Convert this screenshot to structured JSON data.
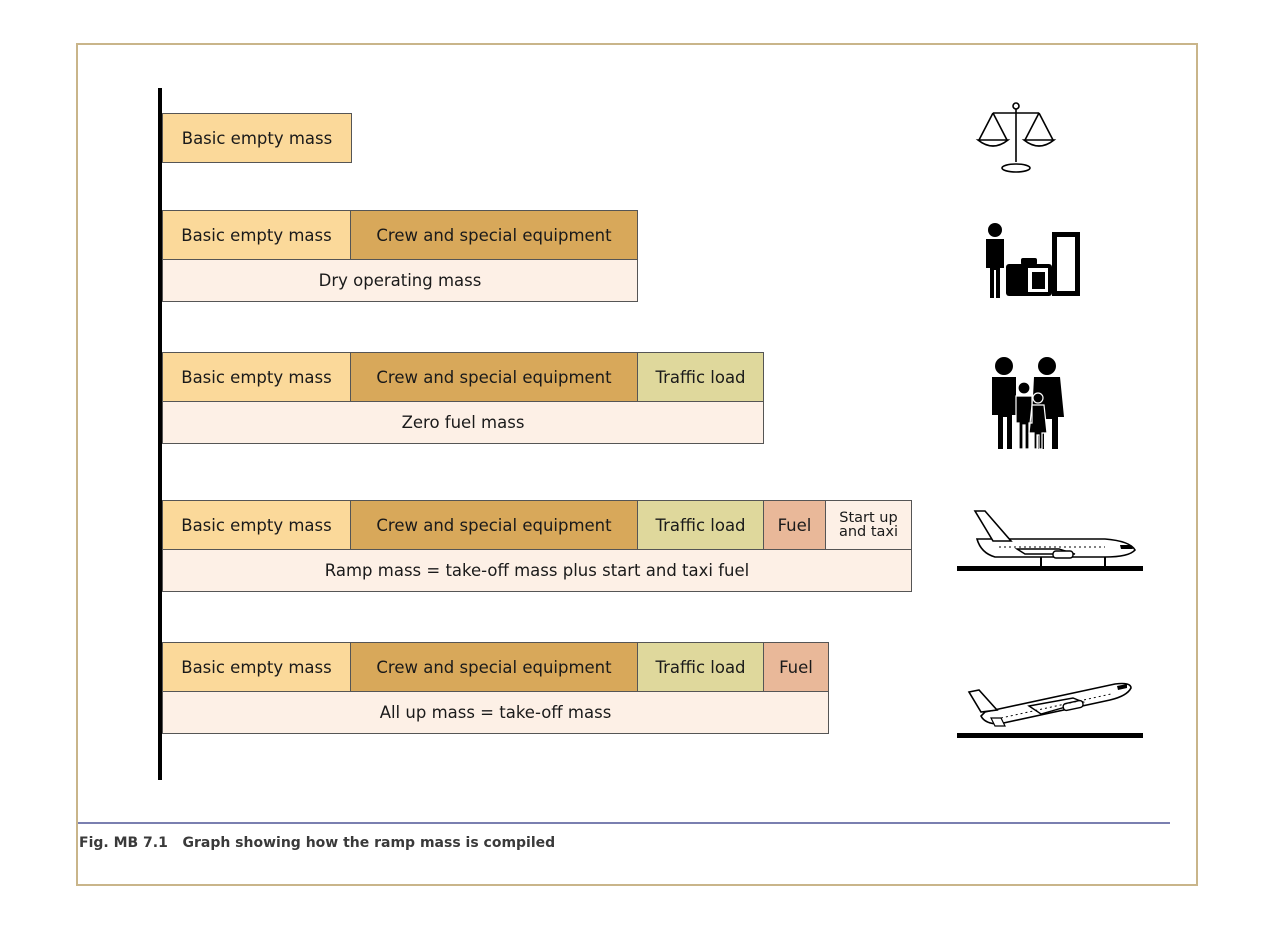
{
  "rows": [
    {
      "segments": [
        "Basic empty mass"
      ],
      "total": ""
    },
    {
      "segments": [
        "Basic empty mass",
        "Crew and special equipment"
      ],
      "total": "Dry operating mass"
    },
    {
      "segments": [
        "Basic empty mass",
        "Crew and special equipment",
        "Traffic load"
      ],
      "total": "Zero fuel mass"
    },
    {
      "segments": [
        "Basic empty mass",
        "Crew and special equipment",
        "Traffic load",
        "Fuel",
        "Start up\nand taxi"
      ],
      "total": "Ramp mass = take-off mass plus start and taxi fuel"
    },
    {
      "segments": [
        "Basic empty mass",
        "Crew and special equipment",
        "Traffic load",
        "Fuel"
      ],
      "total": "All up mass = take-off mass"
    }
  ],
  "icons": [
    "scales-icon",
    "crew-with-luggage-icon",
    "passengers-icon",
    "aircraft-on-ground-icon",
    "aircraft-takeoff-icon"
  ],
  "colors": {
    "basic_empty_mass": "#fbd99a",
    "crew_and_special_equipment": "#d8a85a",
    "traffic_load": "#dfd89c",
    "fuel": "#e9b899",
    "total_bar": "#fdf0e6",
    "frame": "#c9b58a",
    "caption_rule": "#7a7fb0"
  },
  "caption": "Fig. MB 7.1   Graph showing how the ramp mass is compiled"
}
